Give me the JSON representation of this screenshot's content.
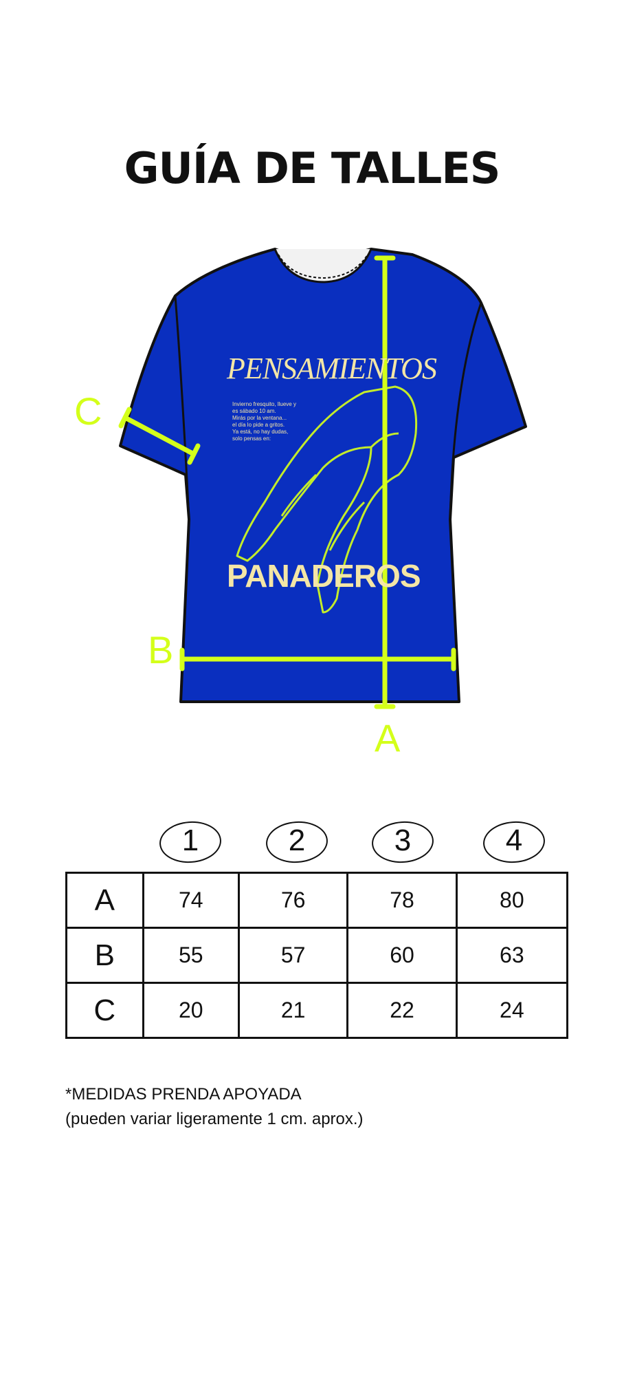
{
  "title": "GUÍA DE TALLES",
  "shirt": {
    "graphic_top": "PENSAMIENTOS",
    "graphic_bottom": "PANADEROS",
    "poem": "Invierno fresquito, llueve y\nes sábado 10 am.\nMirás por la ventana...\nel día lo pide a gritos.\nYa está, no hay dudas,\nsolo pensas en:",
    "labels": {
      "a": "A",
      "b": "B",
      "c": "C"
    },
    "colors": {
      "shirt": "#0a2fbf",
      "measure": "#d4ff1a",
      "graphic": "#f4e6a6",
      "outline": "#111111"
    }
  },
  "table": {
    "sizes": [
      "1",
      "2",
      "3",
      "4"
    ],
    "rows": [
      {
        "label": "A",
        "values": [
          "74",
          "76",
          "78",
          "80"
        ]
      },
      {
        "label": "B",
        "values": [
          "55",
          "57",
          "60",
          "63"
        ]
      },
      {
        "label": "C",
        "values": [
          "20",
          "21",
          "22",
          "24"
        ]
      }
    ]
  },
  "note": {
    "line1": "*MEDIDAS PRENDA APOYADA",
    "line2": "(pueden variar ligeramente 1 cm. aprox.)"
  }
}
